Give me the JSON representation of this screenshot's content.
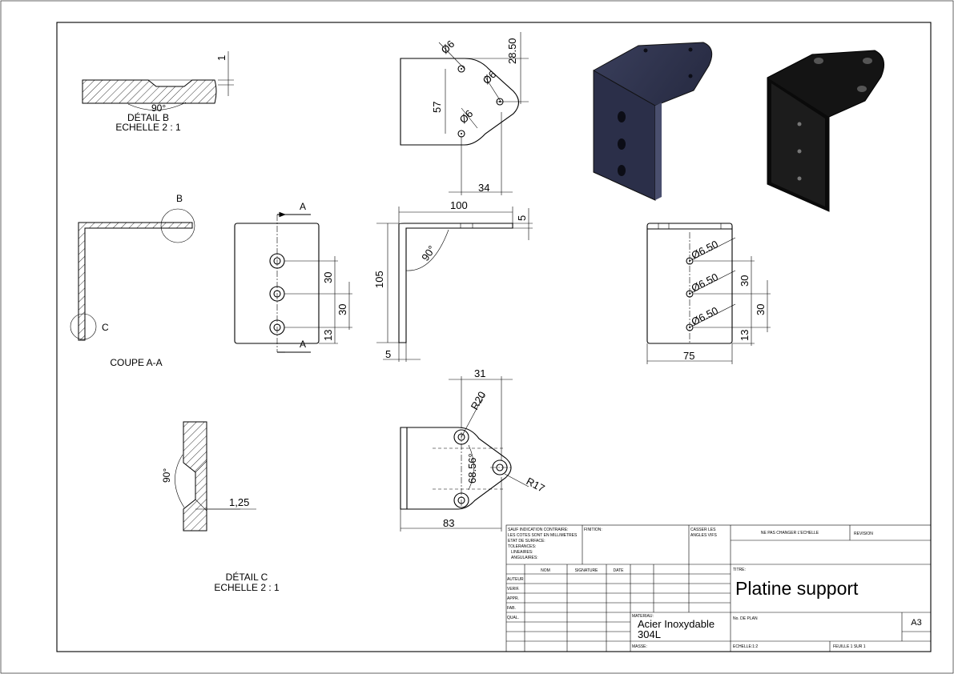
{
  "views": {
    "detail_b": {
      "title": "DÉTAIL B",
      "scale": "ECHELLE 2 : 1",
      "dim_depth": "1",
      "dim_angle": "90°"
    },
    "detail_c": {
      "title": "DÉTAIL C",
      "scale": "ECHELLE 2 : 1",
      "dim_angle": "90°",
      "dim_thk": "1,25"
    },
    "section_aa": {
      "title": "COUPE A-A",
      "label_b": "B",
      "label_c": "C"
    },
    "section_marker": "A",
    "top_view": {
      "dim_hole_1": "Ø6",
      "dim_hole_2": "Ø6",
      "dim_hole_3": "Ø6",
      "dim_height": "28.50",
      "dim_pitch": "57",
      "dim_width": "34"
    },
    "front_view": {
      "dim_30_a": "30",
      "dim_30_b": "30",
      "dim_13": "13"
    },
    "side_view": {
      "dim_length": "100",
      "dim_thk_top": "5",
      "dim_height": "105",
      "dim_angle": "90°",
      "dim_thk_bottom": "5"
    },
    "right_view": {
      "dim_hole_1": "Ø6.50",
      "dim_hole_2": "Ø6.50",
      "dim_hole_3": "Ø6.50",
      "dim_30_a": "30",
      "dim_30_b": "30",
      "dim_13": "13",
      "dim_width": "75"
    },
    "bottom_view": {
      "dim_31": "31",
      "dim_r20": "R20",
      "dim_angle": "68.56°",
      "dim_r17": "R17",
      "dim_83": "83"
    }
  },
  "title_block": {
    "notes": [
      "SAUF INDICATION CONTRAIRE:",
      "LES COTES SONT EN MILLIMETRES",
      "ETAT DE SURFACE:",
      "TOLERANCES:",
      "LINEAIRES:",
      "ANGULAIRES:"
    ],
    "finish_label": "FINITION:",
    "break_edges": [
      "CASSER LES",
      "ANGLES VIFS"
    ],
    "no_scale": "NE PAS CHANGER L'ECHELLE",
    "revision_label": "REVISION",
    "col_headers": [
      "NOM",
      "SIGNATURE",
      "DATE"
    ],
    "row_labels": [
      "AUTEUR",
      "VERIF.",
      "APPR.",
      "FAB.",
      "QUAL."
    ],
    "title_label": "TITRE:",
    "title": "Platine support",
    "material_label": "MATERIAU:",
    "material_line1": "Acier Inoxydable",
    "material_line2": "304L",
    "plan_label": "No. DE PLAN",
    "format": "A3",
    "mass_label": "MASSE:",
    "scale": "ECHELLE:1:2",
    "sheet": "FEUILLE 1 SUR 1"
  }
}
